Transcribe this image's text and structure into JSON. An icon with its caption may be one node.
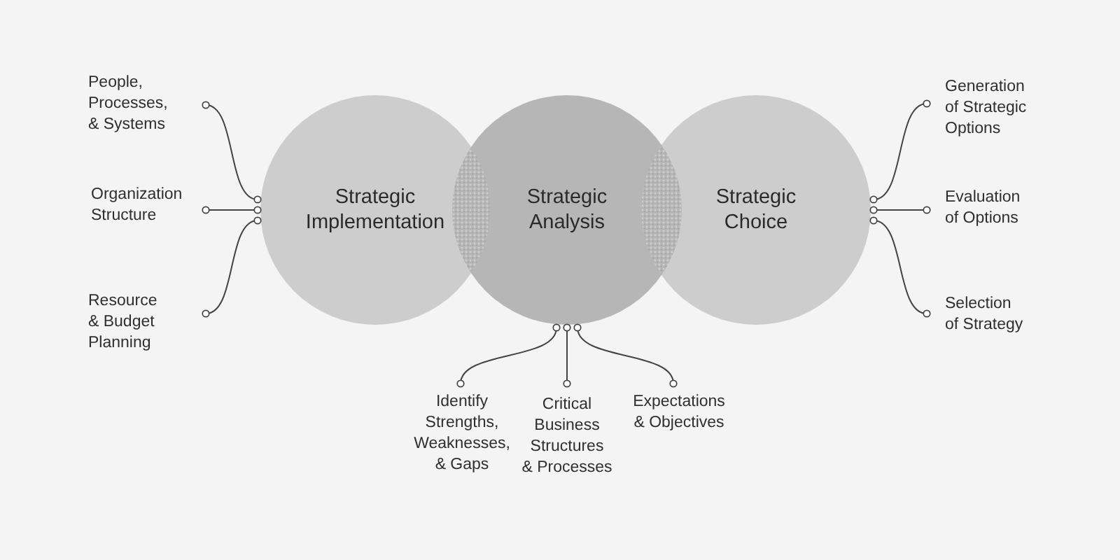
{
  "diagram": {
    "nodes": [
      {
        "text": [
          "Strategic Implementation"
        ]
      },
      {
        "text": [
          "Strategic Analysis"
        ]
      },
      {
        "text": [
          "Strategic Choice"
        ]
      },
      {
        "text": [
          "People, Processes, & Systems"
        ]
      },
      {
        "text": [
          "Organization Structure"
        ]
      },
      {
        "text": [
          "Resource & Budget Planning"
        ]
      },
      {
        "text": [
          "Identify Strengths, Weaknesses, & Gaps"
        ]
      },
      {
        "text": [
          "Critical Business Structures & Processes"
        ]
      },
      {
        "text": [
          "Expectations & Objectives"
        ]
      },
      {
        "text": [
          "Generation of Strategic Options"
        ]
      },
      {
        "text": [
          "Evaluation of Options"
        ]
      },
      {
        "text": [
          "Selection of Strategy"
        ]
      }
    ],
    "edges": [
      {
        "from": 3,
        "to": 0,
        "arrow": "other"
      },
      {
        "from": 4,
        "to": 0,
        "arrow": "other"
      },
      {
        "from": 5,
        "to": 0,
        "arrow": "other"
      },
      {
        "from": 6,
        "to": 1,
        "arrow": "other"
      },
      {
        "from": 7,
        "to": 1,
        "arrow": "other"
      },
      {
        "from": 8,
        "to": 1,
        "arrow": "other"
      },
      {
        "from": 9,
        "to": 2,
        "arrow": "other"
      },
      {
        "from": 10,
        "to": 2,
        "arrow": "other"
      },
      {
        "from": 11,
        "to": 2,
        "arrow": "other"
      }
    ]
  }
}
